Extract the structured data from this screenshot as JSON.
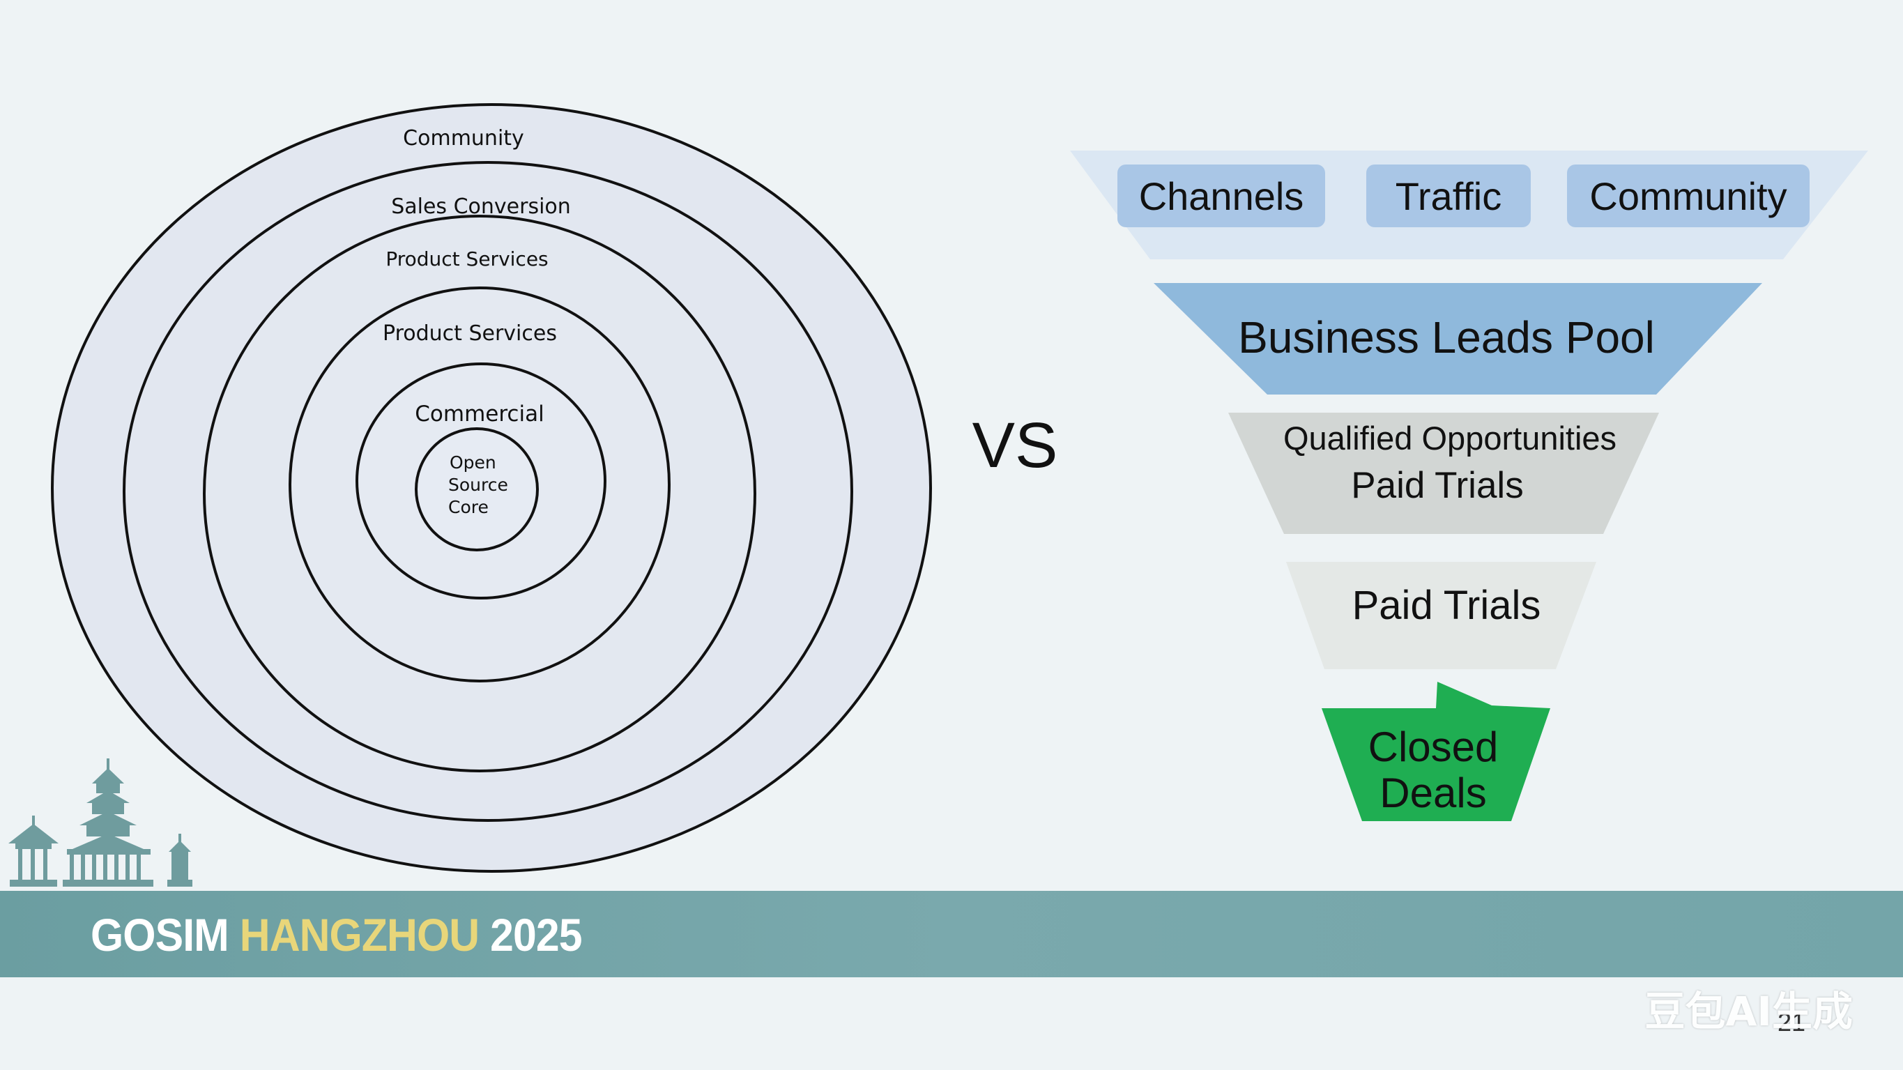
{
  "rings": {
    "labels": [
      "Community",
      "Sales Conversion",
      "Product Services",
      "Product Services",
      "Commercial"
    ],
    "core": [
      "Open",
      "Source",
      "Core"
    ]
  },
  "vs_label": "VS",
  "funnel": {
    "top_tags": [
      "Channels",
      "Traffic",
      "Community"
    ],
    "stage1": "Business Leads Pool",
    "stage2": [
      "Qualified Opportunities",
      "Paid Trials"
    ],
    "stage3": "Paid Trials",
    "stage4": [
      "Closed",
      "Deals"
    ]
  },
  "footer": {
    "part1": "GOSIM ",
    "part2": "HANGZHOU",
    "part3": " 2025",
    "watermark": "豆包AI生成",
    "page": "21"
  },
  "colors": {
    "background": "#eef3f5",
    "tag_blue": "#a9c6e6",
    "leads_blue": "#8fb9dc",
    "gray_stage": "#d2d6d4",
    "light_stage": "#e4e8e6",
    "closed_green": "#1fae52",
    "band_teal": "#74a5a9",
    "hangzhou_yellow": "#e8d67a"
  }
}
